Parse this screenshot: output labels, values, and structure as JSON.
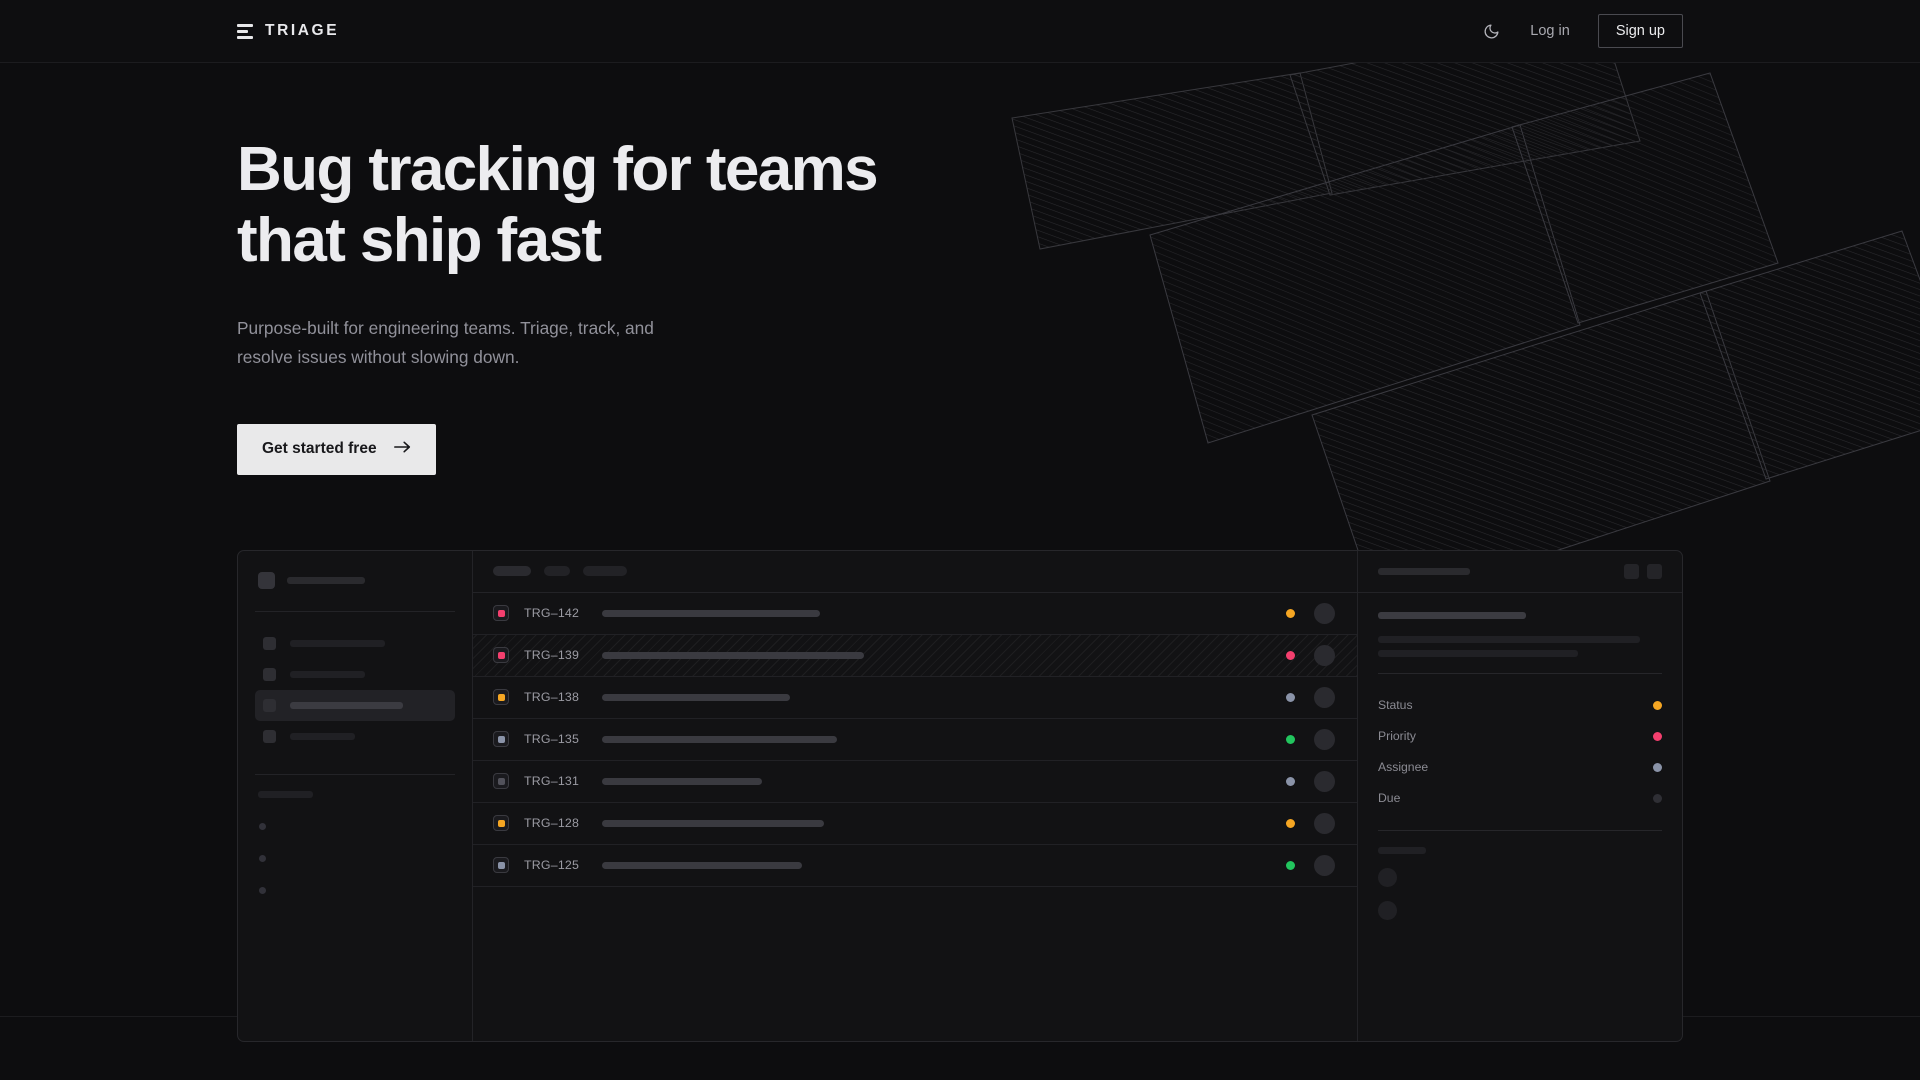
{
  "nav": {
    "brand": "TRIAGE",
    "brand_icon": "stacked-bars-logo-icon",
    "theme_toggle_icon": "moon-icon",
    "login_label": "Log in",
    "signup_label": "Sign up"
  },
  "hero": {
    "headline_line1": "Bug tracking for teams",
    "headline_line2": "that ship fast",
    "subhead_line1": "Purpose-built for engineering teams. Triage, track, and",
    "subhead_line2": "resolve issues without slowing down.",
    "cta_label": "Get started free",
    "cta_icon": "arrow-right-icon"
  },
  "colors": {
    "page_bg": "#0d0d0f",
    "panel_bg": "#121214",
    "border": "#27272b",
    "text_primary": "#ececef",
    "text_muted": "#91919a",
    "cta_bg": "#e9e9ea",
    "status_orange": "#f5a623",
    "status_pink": "#f43f6e",
    "status_green": "#22c55e",
    "status_slate": "#8a93a8",
    "status_empty": "#2f2f35"
  },
  "mockup": {
    "sidebar": {
      "logo_placeholder": "brand-block",
      "nav_items": [
        {
          "name": "nav-item-1",
          "width": 95,
          "active": false
        },
        {
          "name": "nav-item-2",
          "width": 75,
          "active": false
        },
        {
          "name": "nav-item-3",
          "width": 113,
          "active": true
        },
        {
          "name": "nav-item-4",
          "width": 65,
          "active": false
        }
      ],
      "section_label_width": 55,
      "mini_dots": 3
    },
    "toolbar": {
      "chips": [
        "filter-chip",
        "sort-chip",
        "view-chip"
      ]
    },
    "list": {
      "rows": [
        {
          "id": "TRG–142",
          "priority_color": "#f43f6e",
          "title_width": 218,
          "status_color": "#f5a623",
          "selected": false
        },
        {
          "id": "TRG–139",
          "priority_color": "#f43f6e",
          "title_width": 262,
          "status_color": "#f43f6e",
          "selected": true
        },
        {
          "id": "TRG–138",
          "priority_color": "#f5a623",
          "title_width": 188,
          "status_color": "#8a93a8",
          "selected": false
        },
        {
          "id": "TRG–135",
          "priority_color": "#8a93a8",
          "title_width": 235,
          "status_color": "#22c55e",
          "selected": false
        },
        {
          "id": "TRG–131",
          "priority_color": "#52525b",
          "title_width": 160,
          "status_color": "#8a93a8",
          "selected": false
        },
        {
          "id": "TRG–128",
          "priority_color": "#f5a623",
          "title_width": 222,
          "status_color": "#f5a623",
          "selected": false
        },
        {
          "id": "TRG–125",
          "priority_color": "#8a93a8",
          "title_width": 200,
          "status_color": "#22c55e",
          "selected": false
        }
      ]
    },
    "detail": {
      "title_placeholder_width": 92,
      "header_buttons": [
        "detail-action-1",
        "detail-action-2"
      ],
      "summary_bars": [
        148,
        262,
        200
      ],
      "meta": [
        {
          "label": "Status",
          "color": "#f5a623"
        },
        {
          "label": "Priority",
          "color": "#f43f6e"
        },
        {
          "label": "Assignee",
          "color": "#8a93a8"
        },
        {
          "label": "Due",
          "color": "#2f2f35"
        }
      ],
      "activity_label_width": 48,
      "activity_avatars": 2
    }
  },
  "decor": {
    "description": "rotated hatched panels",
    "panels": 4
  }
}
